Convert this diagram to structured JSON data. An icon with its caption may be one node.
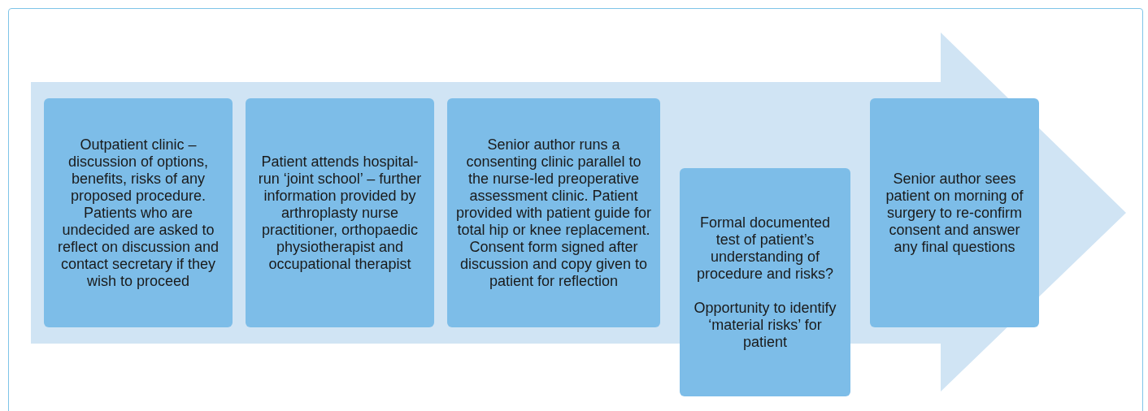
{
  "diagram": {
    "nodes": [
      {
        "text": [
          "Outpatient clinic – discussion of options, benefits, risks of any proposed procedure. Patients who are undecided are asked to reflect on discussion and contact secretary if they wish to proceed"
        ]
      },
      {
        "text": [
          "Patient attends hospital-run ‘joint school’ – further information provided by arthroplasty nurse practitioner, orthopaedic physiotherapist and occupational therapist"
        ]
      },
      {
        "text": [
          "Senior author runs a consenting clinic parallel to the nurse-led preoperative assessment clinic. Patient provided with patient guide for total hip or knee replacement. Consent form signed after discussion and copy given to patient for reflection"
        ]
      },
      {
        "text": [
          "Formal documented test of patient’s understanding of procedure and risks?",
          "Opportunity to identify ‘material risks’ for patient"
        ]
      },
      {
        "text": [
          "Senior author sees patient on morning of surgery to re-confirm consent and answer any final questions"
        ]
      }
    ],
    "edges": []
  }
}
